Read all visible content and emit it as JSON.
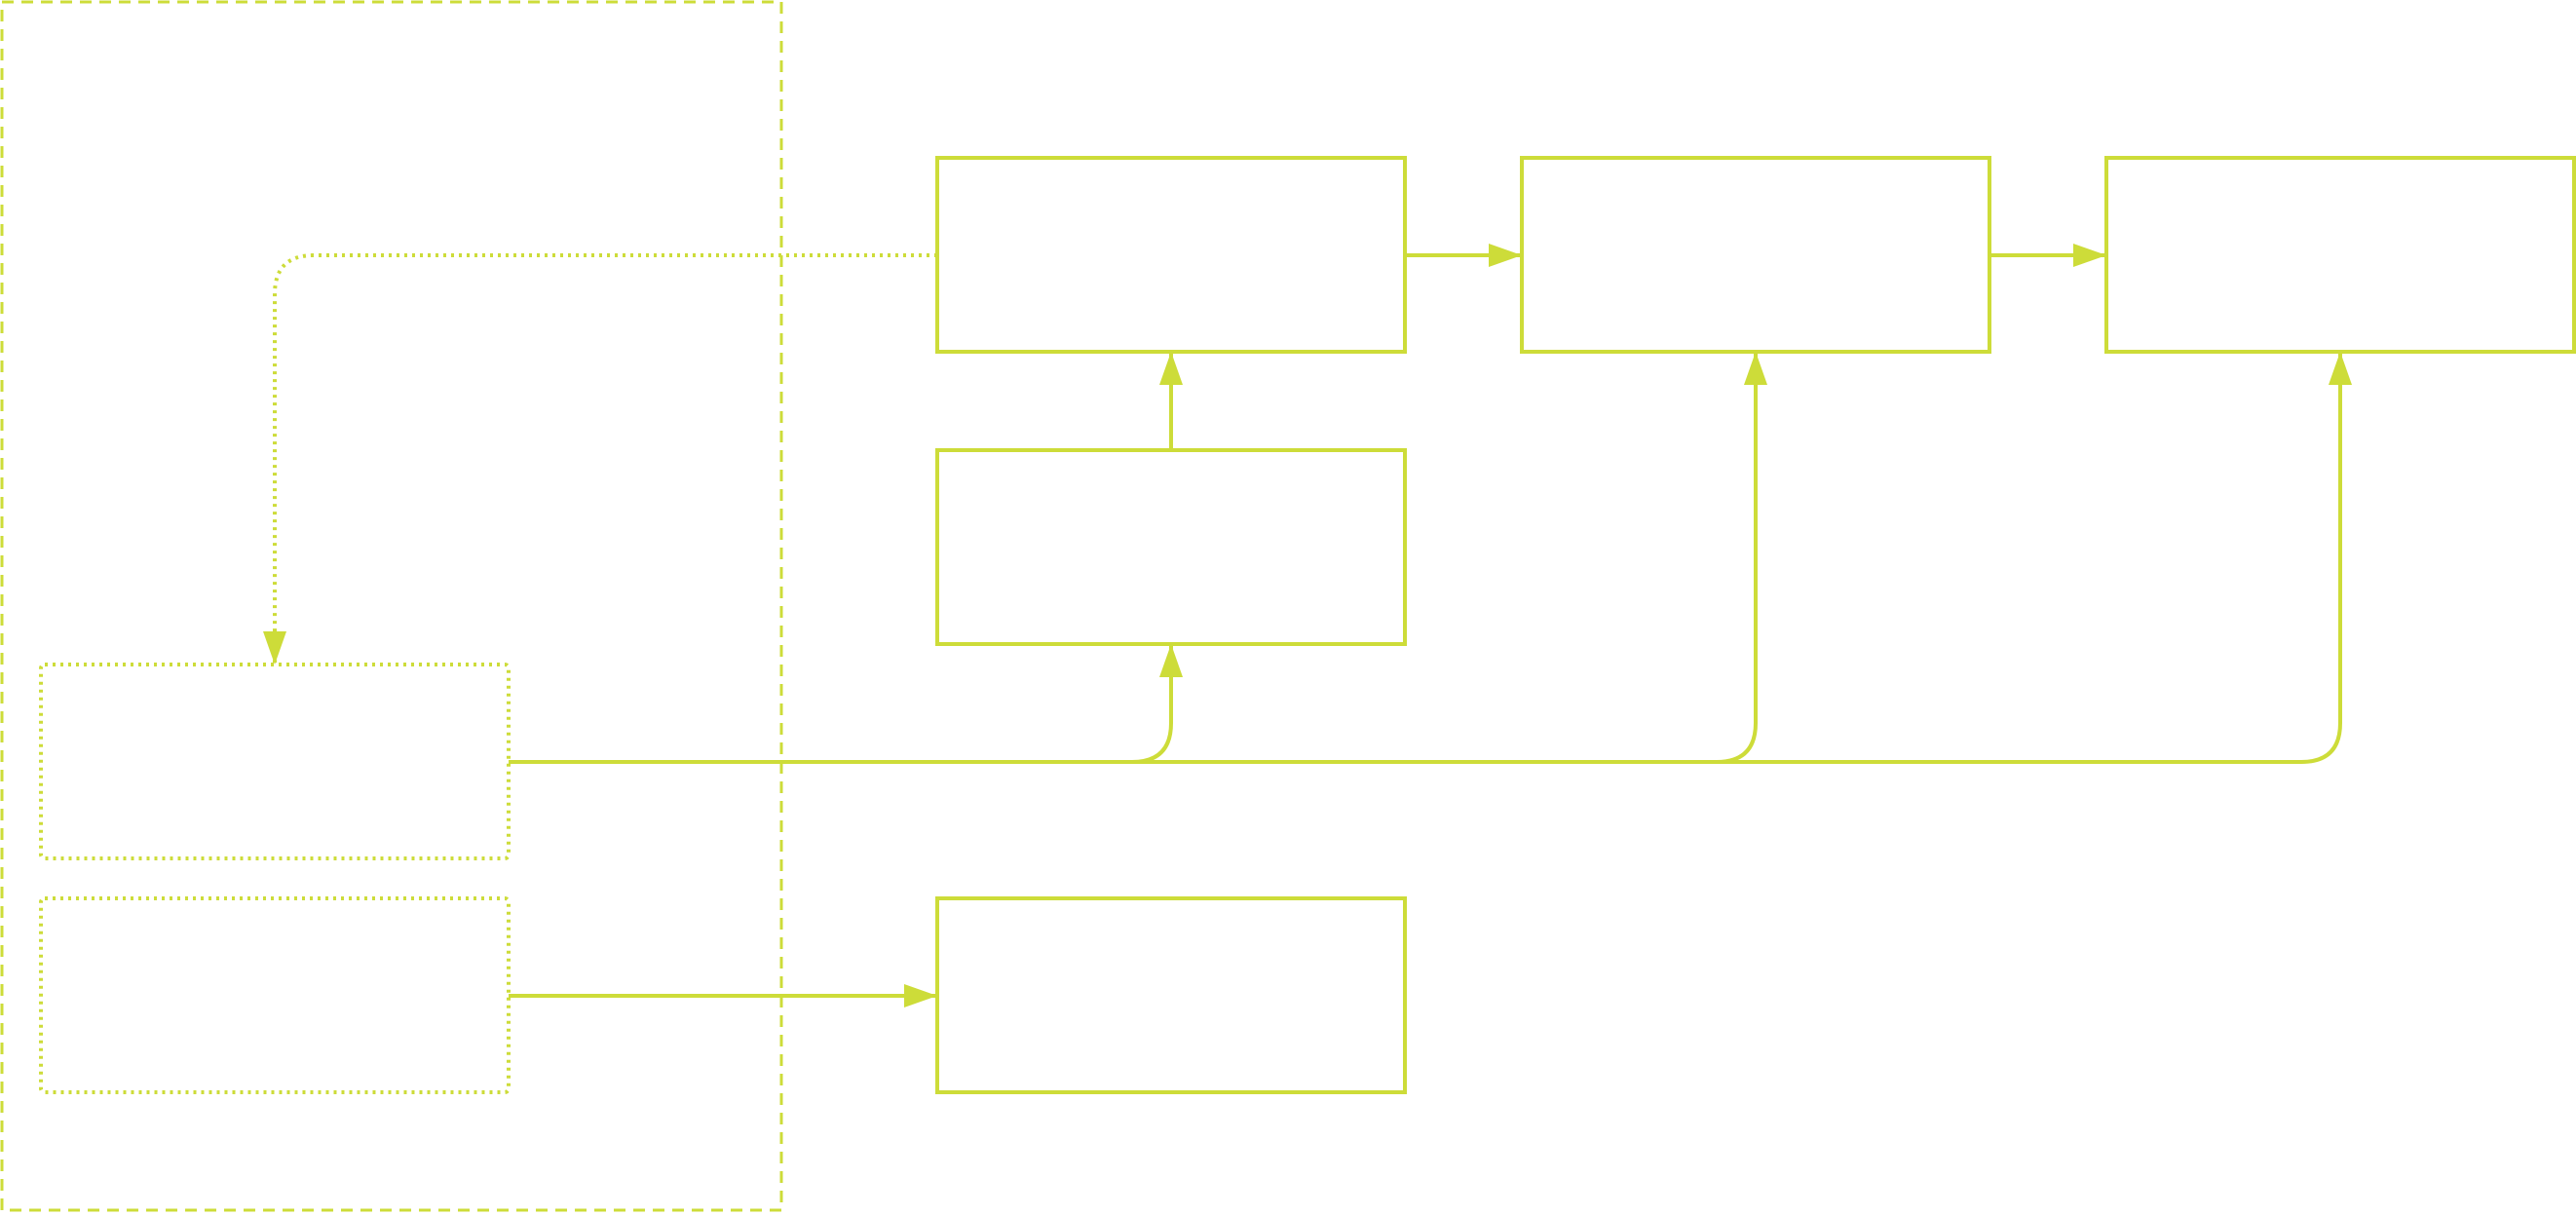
{
  "diagram": {
    "stroke_color": "#CDDC39",
    "background": "#FFFFFF",
    "containers": [
      {
        "id": "group-left",
        "label": "",
        "style": "dashed"
      }
    ],
    "nodes": [
      {
        "id": "box-top-1",
        "label": "",
        "style": "solid"
      },
      {
        "id": "box-top-2",
        "label": "",
        "style": "solid"
      },
      {
        "id": "box-top-3",
        "label": "",
        "style": "solid"
      },
      {
        "id": "box-middle",
        "label": "",
        "style": "solid"
      },
      {
        "id": "box-bottom",
        "label": "",
        "style": "solid"
      },
      {
        "id": "box-left-upper",
        "label": "",
        "style": "dotted"
      },
      {
        "id": "box-left-lower",
        "label": "",
        "style": "dotted"
      }
    ],
    "edges": [
      {
        "from": "box-top-1",
        "to": "box-top-2",
        "style": "solid"
      },
      {
        "from": "box-top-2",
        "to": "box-top-3",
        "style": "solid"
      },
      {
        "from": "box-middle",
        "to": "box-top-1",
        "style": "solid"
      },
      {
        "from": "box-top-1",
        "to": "box-left-upper",
        "style": "dotted"
      },
      {
        "from": "box-left-upper",
        "to": "box-middle",
        "style": "solid"
      },
      {
        "from": "box-left-upper",
        "to": "box-top-2",
        "style": "solid"
      },
      {
        "from": "box-left-upper",
        "to": "box-top-3",
        "style": "solid"
      },
      {
        "from": "box-left-lower",
        "to": "box-bottom",
        "style": "solid"
      }
    ]
  }
}
